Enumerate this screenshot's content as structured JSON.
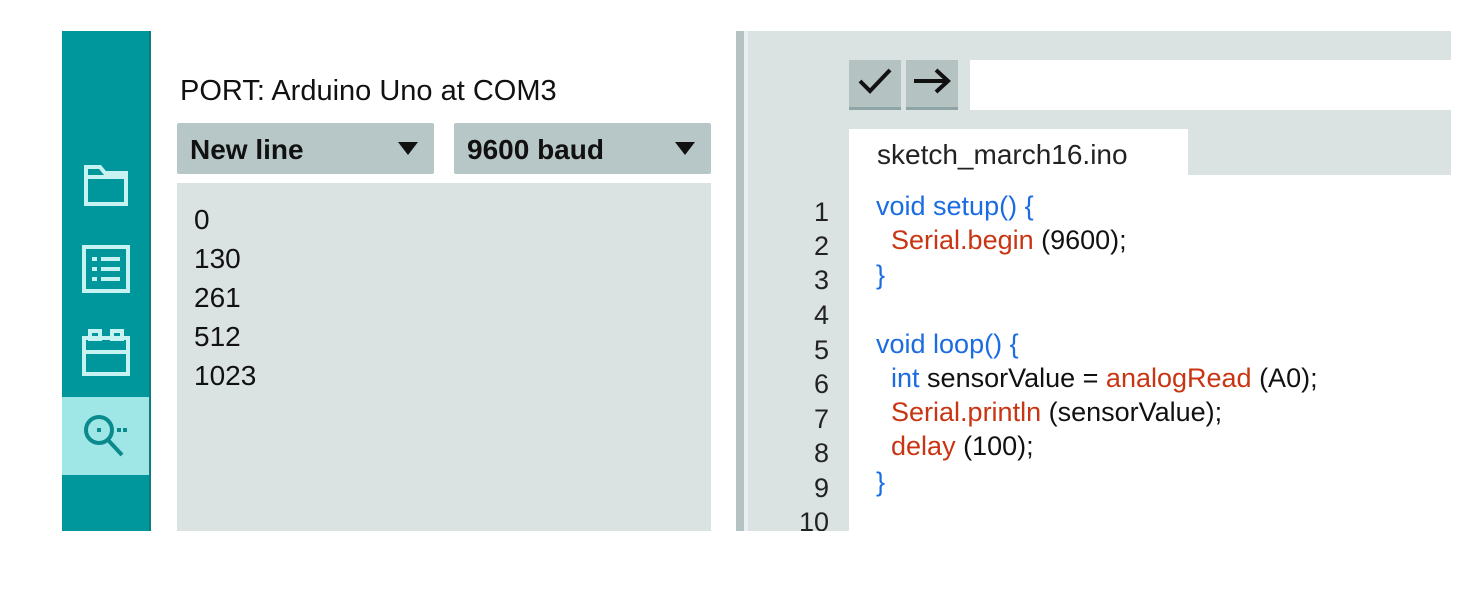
{
  "sidebar": {
    "items": [
      {
        "name": "sketchbook",
        "icon": "folder-icon"
      },
      {
        "name": "board-manager",
        "icon": "list-icon"
      },
      {
        "name": "library-manager",
        "icon": "library-icon"
      },
      {
        "name": "serial-monitor",
        "icon": "serial-monitor-icon",
        "active": true
      }
    ]
  },
  "serial": {
    "port_label": "PORT: Arduino Uno at COM3",
    "line_ending": "New line",
    "baud_rate": "9600 baud",
    "output": [
      "0",
      "130",
      "261",
      "512",
      "1023"
    ]
  },
  "editor": {
    "toolbar": {
      "verify_icon": "checkmark-icon",
      "upload_icon": "arrow-right-icon"
    },
    "tab_name": "sketch_march16.ino",
    "line_numbers": [
      "1",
      "2",
      "3",
      "4",
      "5",
      "6",
      "7",
      "8",
      "9",
      "10"
    ],
    "code": {
      "l1_setup": "void setup() {",
      "l2_fn": "Serial.begin",
      "l2_args": " (9600);",
      "l3_brace": "}",
      "l5_loop": "void loop() {",
      "l6_type": "int",
      "l6_mid": " sensorValue = ",
      "l6_fn": "analogRead",
      "l6_args": " (A0);",
      "l7_fn": "Serial.println",
      "l7_args": " (sensorValue);",
      "l8_fn": "delay",
      "l8_args": " (100);",
      "l9_brace": "}"
    }
  },
  "colors": {
    "sidebar": "#00979c",
    "sidebar_active": "#9ee7e6",
    "keyword": "#1a6ce0",
    "function": "#c93512",
    "panel_gray": "#dbe3e2",
    "dropdown_gray": "#b7c6c6"
  }
}
